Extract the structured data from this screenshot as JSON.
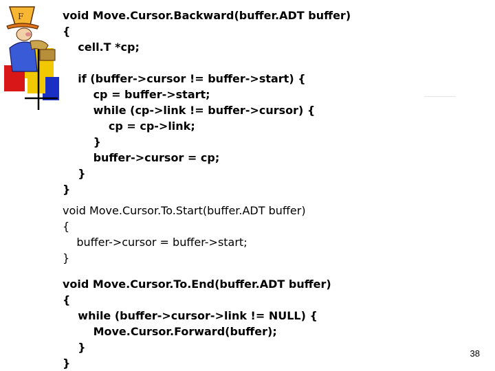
{
  "slide": {
    "page_number": "38",
    "decoration": "wizard-hat-figure-clipart"
  },
  "code": {
    "move_cursor_backward": [
      "void Move.Cursor.Backward(buffer.ADT buffer)",
      "{",
      "    cell.T *cp;",
      "",
      "    if (buffer->cursor != buffer->start) {",
      "        cp = buffer->start;",
      "        while (cp->link != buffer->cursor) {",
      "            cp = cp->link;",
      "        }",
      "        buffer->cursor = cp;",
      "    }",
      "}"
    ],
    "move_cursor_to_start": [
      "void Move.Cursor.To.Start(buffer.ADT buffer)",
      "{",
      "    buffer->cursor = buffer->start;",
      "}"
    ],
    "move_cursor_to_end": [
      "void Move.Cursor.To.End(buffer.ADT buffer)",
      "{",
      "    while (buffer->cursor->link != NULL) {",
      "        Move.Cursor.Forward(buffer);",
      "    }",
      "}"
    ]
  }
}
